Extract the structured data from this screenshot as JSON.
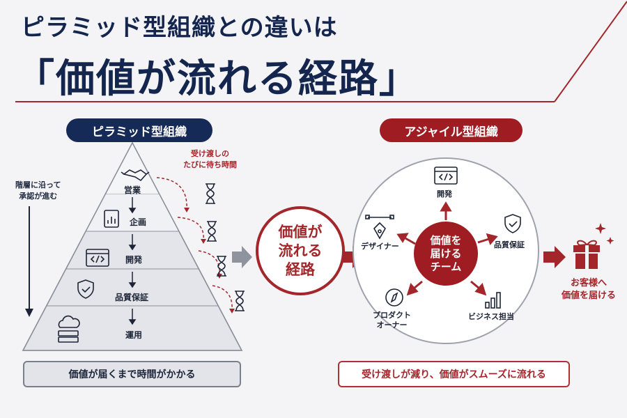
{
  "header": {
    "title_line1": "ピラミッド型組織との違いは",
    "title_line2": "「価値が流れる経路」"
  },
  "pyramid": {
    "label": "ピラミッド型組織",
    "side_note": "階層に沿って\n承認が進む",
    "handoff_note": "受け渡しの\nたびに待ち時間",
    "tiers": [
      {
        "label": "営業",
        "icon": "handshake-icon"
      },
      {
        "label": "企画",
        "icon": "report-chart-icon"
      },
      {
        "label": "開発",
        "icon": "code-window-icon"
      },
      {
        "label": "品質保証",
        "icon": "shield-check-icon"
      },
      {
        "label": "運用",
        "icon": "cloud-server-icon"
      }
    ],
    "summary": "価値が届くまで時間がかかる"
  },
  "center": {
    "label": "価値が\n流れる\n経路"
  },
  "agile": {
    "label": "アジャイル型組織",
    "core": "価値を\n届ける\nチーム",
    "roles": [
      {
        "label": "開発",
        "icon": "code-window-icon"
      },
      {
        "label": "品質保証",
        "icon": "shield-check-icon"
      },
      {
        "label": "ビジネス担当",
        "icon": "bar-chart-icon"
      },
      {
        "label": "プロダクト\nオーナー",
        "icon": "compass-icon"
      },
      {
        "label": "デザイナー",
        "icon": "pen-tool-icon"
      }
    ],
    "customer": "お客様へ\n価値を届ける",
    "customer_icon": "gift-icon",
    "summary": "受け渡しが減り、価値がスムーズに流れる"
  },
  "colors": {
    "navy": "#162a57",
    "red": "#9e1c22",
    "background": "#f4f4f6"
  }
}
